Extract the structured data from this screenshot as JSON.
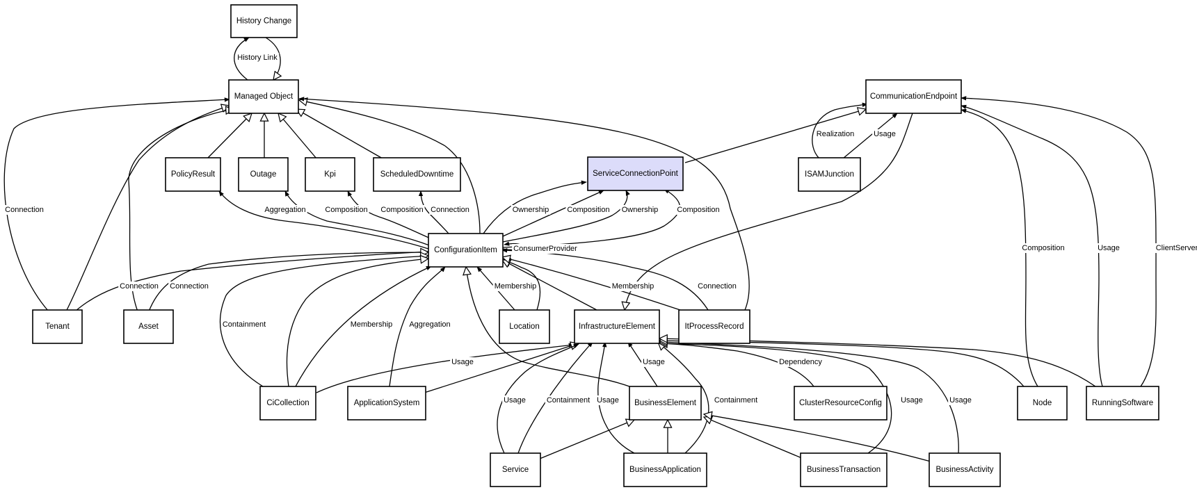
{
  "colors": {
    "highlight_fill": "#dcdcfa",
    "node_fill": "#ffffff",
    "stroke": "#000000"
  },
  "nodes": {
    "history_change": "History Change",
    "managed_object": "Managed Object",
    "communication_endpoint": "CommunicationEndpoint",
    "policy_result": "PolicyResult",
    "outage": "Outage",
    "kpi": "Kpi",
    "scheduled_downtime": "ScheduledDowntime",
    "service_connection_point": "ServiceConnectionPoint",
    "isam_junction": "ISAMJunction",
    "configuration_item": "ConfigurationItem",
    "tenant": "Tenant",
    "asset": "Asset",
    "location": "Location",
    "infrastructure_element": "InfrastructureElement",
    "it_process_record": "ItProcessRecord",
    "ci_collection": "CiCollection",
    "application_system": "ApplicationSystem",
    "business_element": "BusinessElement",
    "cluster_resource_config": "ClusterResourceConfig",
    "node": "Node",
    "running_software": "RunningSoftware",
    "service": "Service",
    "business_application": "BusinessApplication",
    "business_transaction": "BusinessTransaction",
    "business_activity": "BusinessActivity"
  },
  "edge_labels": {
    "history_link": "History Link",
    "connection": "Connection",
    "aggregation": "Aggregation",
    "composition": "Composition",
    "ownership": "Ownership",
    "realization": "Realization",
    "usage": "Usage",
    "consumer_provider": "ConsumerProvider",
    "membership": "Membership",
    "containment": "Containment",
    "dependency": "Dependency",
    "client_server": "ClientServer"
  }
}
